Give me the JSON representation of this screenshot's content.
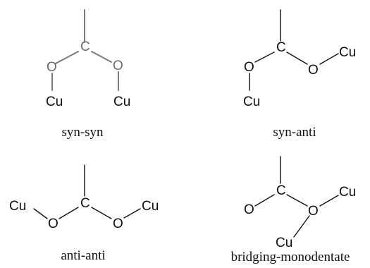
{
  "panels": [
    {
      "caption": "syn-syn",
      "atoms": {
        "carbon": "C",
        "oxygen_left": "O",
        "oxygen_right": "O",
        "copper_left": "Cu",
        "copper_right": "Cu"
      }
    },
    {
      "caption": "syn-anti",
      "atoms": {
        "carbon": "C",
        "oxygen_left": "O",
        "oxygen_right": "O",
        "copper_right": "Cu",
        "copper_bottom": "Cu"
      }
    },
    {
      "caption": "anti-anti",
      "atoms": {
        "carbon": "C",
        "oxygen_left": "O",
        "oxygen_right": "O",
        "copper_left": "Cu",
        "copper_right": "Cu"
      }
    },
    {
      "caption": "bridging-monodentate",
      "atoms": {
        "carbon": "C",
        "oxygen_left": "O",
        "oxygen_right": "O",
        "copper_right": "Cu",
        "copper_bottom": "Cu"
      }
    }
  ]
}
